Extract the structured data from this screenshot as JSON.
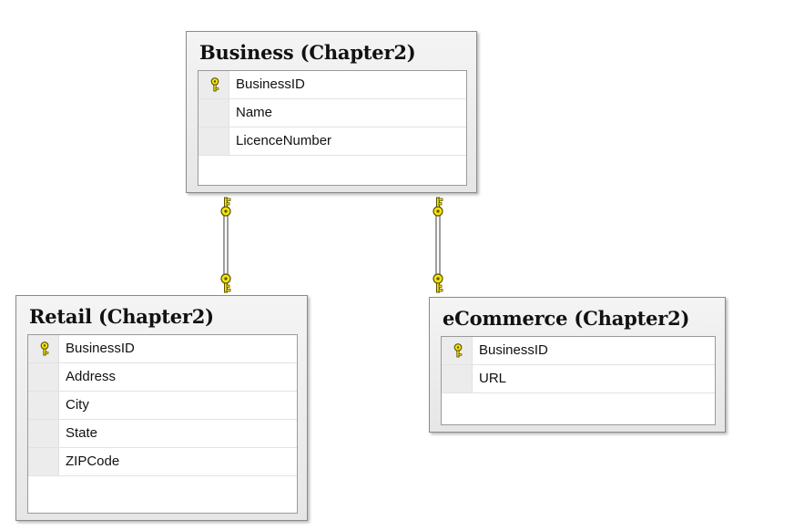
{
  "diagram": {
    "tables": {
      "business": {
        "title": "Business (Chapter2)",
        "columns": [
          {
            "name": "BusinessID",
            "primary_key": true,
            "key_icon": "key-icon"
          },
          {
            "name": "Name",
            "primary_key": false
          },
          {
            "name": "LicenceNumber",
            "primary_key": false
          }
        ]
      },
      "retail": {
        "title": "Retail (Chapter2)",
        "columns": [
          {
            "name": "BusinessID",
            "primary_key": true,
            "key_icon": "key-icon"
          },
          {
            "name": "Address",
            "primary_key": false
          },
          {
            "name": "City",
            "primary_key": false
          },
          {
            "name": "State",
            "primary_key": false
          },
          {
            "name": "ZIPCode",
            "primary_key": false
          }
        ]
      },
      "ecommerce": {
        "title": "eCommerce (Chapter2)",
        "columns": [
          {
            "name": "BusinessID",
            "primary_key": true,
            "key_icon": "key-icon"
          },
          {
            "name": "URL",
            "primary_key": false
          }
        ]
      }
    },
    "relationships": [
      {
        "from": "Business",
        "to": "Retail",
        "end_icons": [
          "key-icon",
          "key-icon"
        ]
      },
      {
        "from": "Business",
        "to": "eCommerce",
        "end_icons": [
          "key-icon",
          "key-icon"
        ]
      }
    ],
    "colors": {
      "key_yellow": "#f3e312",
      "key_outline": "#6b6000",
      "table_border": "#8a8a8a",
      "title_bar": "#e9e9e9"
    }
  }
}
